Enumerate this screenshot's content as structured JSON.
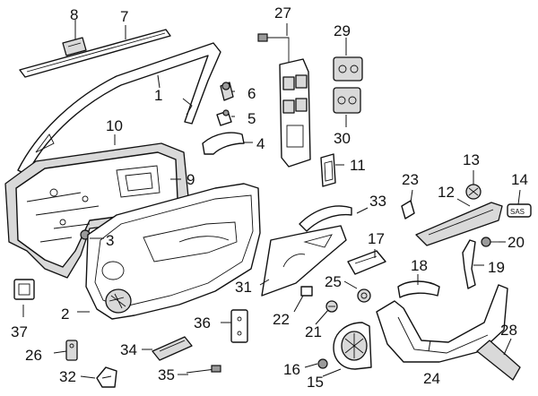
{
  "callouts": [
    {
      "id": "c1",
      "number": "1"
    },
    {
      "id": "c2",
      "number": "2"
    },
    {
      "id": "c3",
      "number": "3"
    },
    {
      "id": "c4",
      "number": "4"
    },
    {
      "id": "c5",
      "number": "5"
    },
    {
      "id": "c6",
      "number": "6"
    },
    {
      "id": "c7",
      "number": "7"
    },
    {
      "id": "c8",
      "number": "8"
    },
    {
      "id": "c9",
      "number": "9"
    },
    {
      "id": "c10",
      "number": "10"
    },
    {
      "id": "c11",
      "number": "11"
    },
    {
      "id": "c12",
      "number": "12"
    },
    {
      "id": "c13",
      "number": "13"
    },
    {
      "id": "c14",
      "number": "14"
    },
    {
      "id": "c15",
      "number": "15"
    },
    {
      "id": "c16",
      "number": "16"
    },
    {
      "id": "c17",
      "number": "17"
    },
    {
      "id": "c18",
      "number": "18"
    },
    {
      "id": "c19",
      "number": "19"
    },
    {
      "id": "c20",
      "number": "20"
    },
    {
      "id": "c21",
      "number": "21"
    },
    {
      "id": "c22",
      "number": "22"
    },
    {
      "id": "c23",
      "number": "23"
    },
    {
      "id": "c24",
      "number": "24"
    },
    {
      "id": "c25",
      "number": "25"
    },
    {
      "id": "c26",
      "number": "26"
    },
    {
      "id": "c27",
      "number": "27"
    },
    {
      "id": "c28",
      "number": "28"
    },
    {
      "id": "c29",
      "number": "29"
    },
    {
      "id": "c30",
      "number": "30"
    },
    {
      "id": "c31",
      "number": "31"
    },
    {
      "id": "c32",
      "number": "32"
    },
    {
      "id": "c33",
      "number": "33"
    },
    {
      "id": "c34",
      "number": "34"
    },
    {
      "id": "c35",
      "number": "35"
    },
    {
      "id": "c36",
      "number": "36"
    },
    {
      "id": "c37",
      "number": "37"
    }
  ],
  "sas_badge": "SAS"
}
